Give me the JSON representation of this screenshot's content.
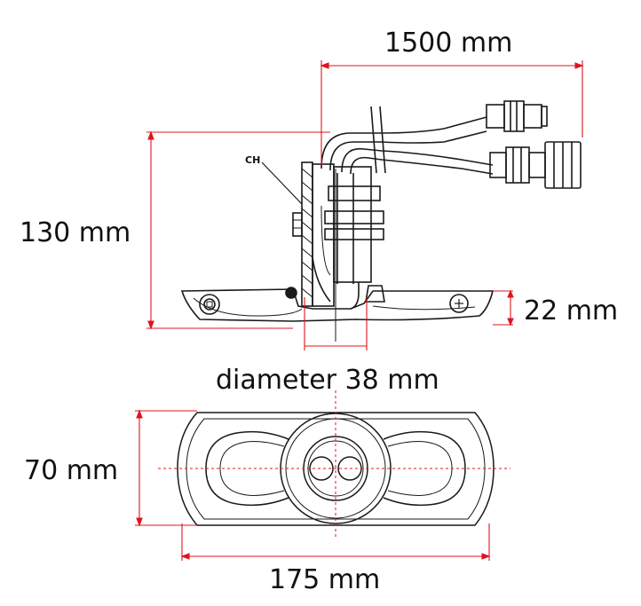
{
  "dimensions": {
    "cable_length": "1500 mm",
    "height": "130 mm",
    "base_thickness": "22 mm",
    "diameter": "diameter 38 mm",
    "width": "70 mm",
    "length": "175 mm"
  },
  "part_labels": {
    "ch": "CH"
  },
  "colors": {
    "dimension_line": "#e0141e",
    "outline": "#1a1a1a"
  }
}
